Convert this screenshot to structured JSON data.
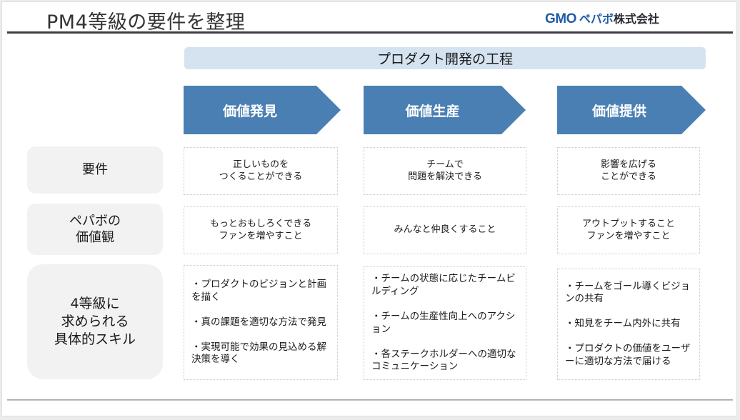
{
  "slide": {
    "title": "PM4等級の要件を整理",
    "logo": {
      "latin": "GMO",
      "kana": "ペパボ",
      "kanji": "株式会社"
    }
  },
  "process": {
    "banner": "プロダクト開発の工程",
    "stages": [
      {
        "label": "価値発見"
      },
      {
        "label": "価値生産"
      },
      {
        "label": "価値提供"
      }
    ]
  },
  "rows": [
    {
      "label": "要件",
      "cells": [
        "正しいものを\nつくることができる",
        "チームで\n問題を解決できる",
        "影響を広げる\nことができる"
      ]
    },
    {
      "label": "ペパボの\n価値観",
      "cells": [
        "もっとおもしろくできる\nファンを増やすこと",
        "みんなと仲良くすること",
        "アウトプットすること\nファンを増やすこと"
      ]
    },
    {
      "label": "4等級に\n求められる\n具体的スキル",
      "cells": [
        [
          "・プロダクトのビジョンと計画を描く",
          "・真の課題を適切な方法で発見",
          "・実現可能で効果の見込める解決策を導く"
        ],
        [
          "・チームの状態に応じたチームビルディング",
          "・チームの生産性向上へのアクション",
          "・各ステークホルダーへの適切なコミュニケーション"
        ],
        [
          "・チームをゴール導くビジョンの共有",
          "・知見をチーム内外に共有",
          "・プロダクトの価値をユーザーに適切な方法で届ける"
        ]
      ]
    }
  ],
  "colors": {
    "chevron": "#4a7fb3",
    "banner": "#d5e3f1",
    "row_label_bg": "#f2f2f2",
    "logo_blue": "#1f5aa8",
    "title_text": "#333333"
  }
}
